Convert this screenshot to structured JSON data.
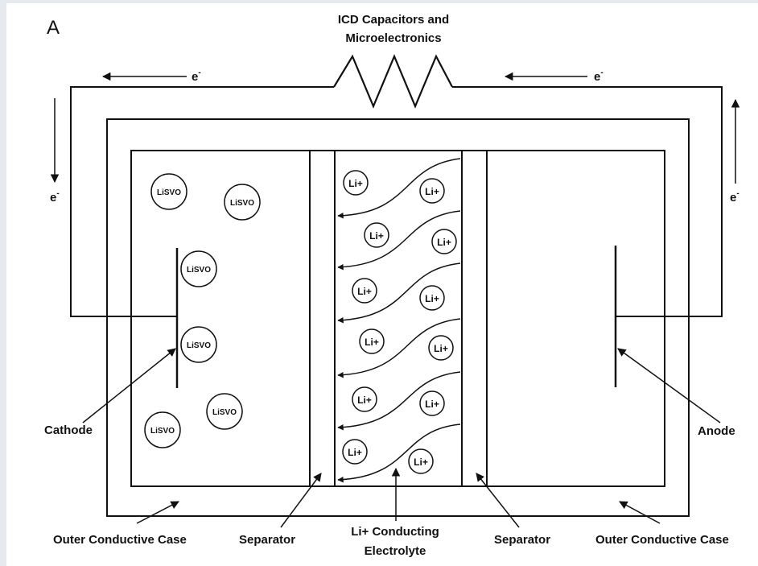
{
  "panel_letter": "A",
  "labels": {
    "icd_line1": "ICD Capacitors and",
    "icd_line2": "Microelectronics",
    "electron": "e",
    "electron_sup": "-",
    "cathode": "Cathode",
    "anode": "Anode",
    "outer_case": "Outer Conductive Case",
    "separator": "Separator",
    "electrolyte_line1": "Li+ Conducting",
    "electrolyte_line2": "Electrolyte"
  },
  "cathode_particle": "LiSVO",
  "lithium_ion": "Li+",
  "colors": {
    "ink": "#111111",
    "background": "#ffffff",
    "frame": "#e6e9ee"
  }
}
